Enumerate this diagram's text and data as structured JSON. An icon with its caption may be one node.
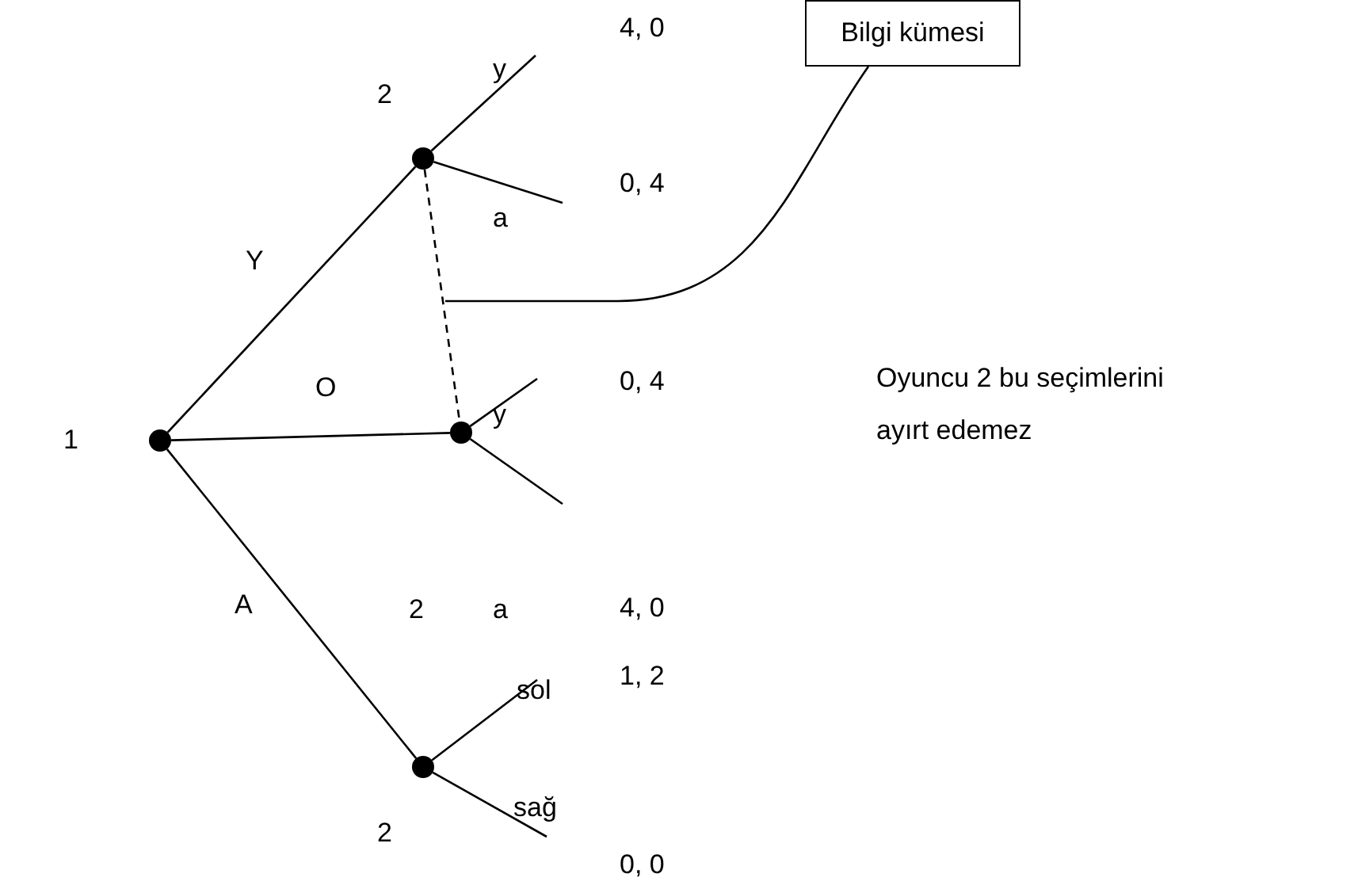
{
  "diagram": {
    "nodes": [
      {
        "text": [],
        "shape": "circle",
        "beside": [
          "1"
        ]
      },
      {
        "text": [],
        "shape": "circle",
        "beside": [
          "2"
        ]
      },
      {
        "text": [],
        "shape": "circle"
      },
      {
        "text": [],
        "shape": "circle",
        "beside": [
          "2"
        ]
      },
      {
        "text": [
          "4, 0"
        ]
      },
      {
        "text": [
          "0, 4"
        ]
      },
      {
        "text": [
          "0, 4"
        ]
      },
      {
        "text": [
          "4, 0"
        ]
      },
      {
        "text": [
          "1, 2"
        ]
      },
      {
        "text": [
          "0, 0"
        ]
      },
      {
        "text": [
          "Bilgi kümesi"
        ]
      }
    ],
    "edges": [
      {
        "from": 0,
        "to": 1,
        "arrow": "none",
        "label": "Y"
      },
      {
        "from": 0,
        "to": 2,
        "arrow": "none",
        "label": "O"
      },
      {
        "from": 0,
        "to": 3,
        "arrow": "none",
        "label": "A"
      },
      {
        "from": 1,
        "to": 4,
        "arrow": "none",
        "label": "y"
      },
      {
        "from": 1,
        "to": 5,
        "arrow": "none",
        "label": "a"
      },
      {
        "from": 2,
        "to": 6,
        "arrow": "none",
        "label": "y"
      },
      {
        "from": 2,
        "to": 7,
        "arrow": "none",
        "label": "a"
      },
      {
        "from": 3,
        "to": 8,
        "arrow": "none",
        "label": "sol"
      },
      {
        "from": 3,
        "to": 9,
        "arrow": "none",
        "label": "sağ"
      },
      {
        "from": 1,
        "to": 2,
        "arrow": "none",
        "style": "dashed"
      },
      {
        "from": 10,
        "to": null,
        "arrow": "none"
      }
    ],
    "labels": [
      "Oyuncu 2 bu seçimlerini ayırt edemez",
      "2"
    ]
  }
}
